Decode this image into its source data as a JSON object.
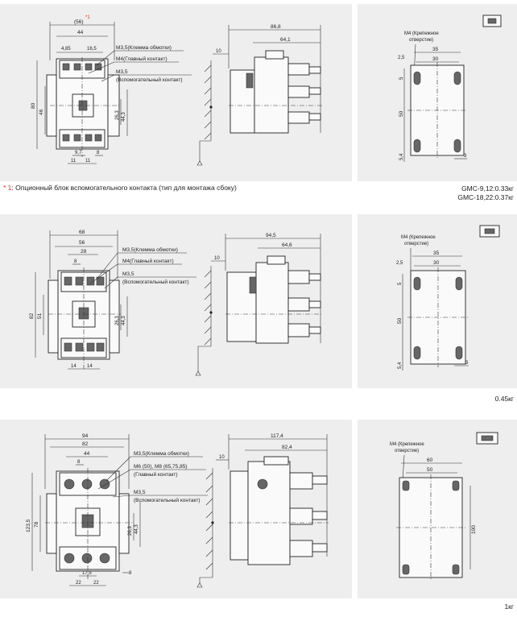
{
  "note": {
    "marker": "* 1",
    "text": ": Опционный блок вспомогательного контакта (тип для монтажа сбоку)"
  },
  "row1": {
    "front": {
      "dim_top_star": "(56)",
      "star": "*1",
      "dim_44": "44",
      "dim_485": "4,85",
      "dim_165": "16,5",
      "dim_80": "80",
      "dim_46": "46",
      "dim_263": "26,3",
      "dim_443": "44,3",
      "dim_97": "9,7",
      "dim_8": "8",
      "dim_11a": "11",
      "dim_11b": "11",
      "label_coil": "M3,5(Клемма обмотки)",
      "label_main": "M4(Главный контакт)",
      "label_aux1": "M3,5",
      "label_aux2": "(Вспомогательный контакт)"
    },
    "side": {
      "dim_total": "86,8",
      "dim_inner": "64,1",
      "dim_10": "10"
    },
    "mount": {
      "label1": "M4 (Крепежное",
      "label2": "отверстие)",
      "dim_25": "2,5",
      "dim_35": "35",
      "dim_30": "30",
      "dim_5": "5",
      "dim_50": "50",
      "dim_54": "5,4",
      "dim_3": "3"
    },
    "weight1": "GMC-9,12:0.33кг",
    "weight2": "GMC-18,22:0.37кг"
  },
  "row2": {
    "front": {
      "dim_68": "68",
      "dim_56": "56",
      "dim_28": "28",
      "dim_8": "8",
      "dim_82": "82",
      "dim_51": "51",
      "dim_263": "26,3",
      "dim_443": "44,3",
      "dim_14a": "14",
      "dim_14b": "14",
      "label_coil": "M3,5(Клемма обмотки)",
      "label_main": "M4(Главный контакт)",
      "label_aux1": "M3,5",
      "label_aux2": "(Вспомогательный контакт)"
    },
    "side": {
      "dim_total": "94,5",
      "dim_inner": "64,6",
      "dim_10": "10"
    },
    "mount": {
      "label1": "M4 (Крепежное",
      "label2": "отверстие)",
      "dim_25": "2,5",
      "dim_35": "35",
      "dim_30": "30",
      "dim_5": "5",
      "dim_50": "50",
      "dim_54": "5,4",
      "dim_3": "3"
    },
    "weight": "0.45кг"
  },
  "row3": {
    "front": {
      "dim_94": "94",
      "dim_82": "82",
      "dim_44": "44",
      "dim_8": "8",
      "dim_1235": "123,5",
      "dim_78": "78",
      "dim_263": "26,3",
      "dim_443": "44,3",
      "dim_175": "17,5",
      "dim_8b": "8",
      "dim_22a": "22",
      "dim_22b": "22",
      "label_coil": "M3,5(Клемма обмотки)",
      "label_main1": "M6 (50), M8 (65,75,85)",
      "label_main2": "(Главный контакт)",
      "label_aux1": "M3,5",
      "label_aux2": "(Вспомогательный контакт)"
    },
    "side": {
      "dim_total": "117,4",
      "dim_inner": "82,4",
      "dim_10": "10"
    },
    "mount": {
      "label1": "M4 (Крепежное",
      "label2": "отверстие)",
      "dim_60": "60",
      "dim_50": "50",
      "dim_100": "100"
    },
    "weight": "1кг"
  }
}
